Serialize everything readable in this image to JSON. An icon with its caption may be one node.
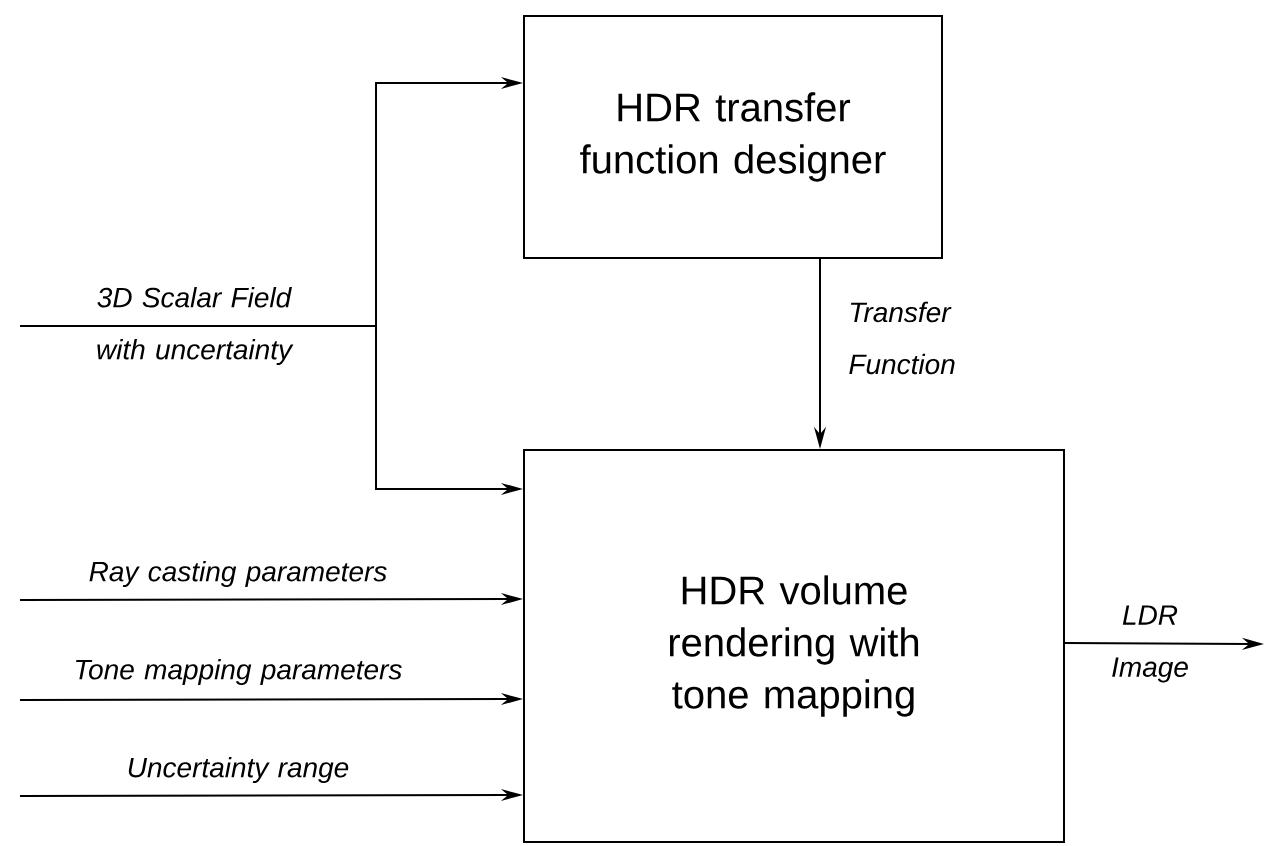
{
  "diagram": {
    "nodes": [
      {
        "text": [
          "HDR transfer function designer"
        ]
      },
      {
        "text": [
          "HDR volume rendering with tone mapping"
        ]
      }
    ],
    "edges": [
      {
        "from": null,
        "to": 0,
        "arrow": "to",
        "label": "3D Scalar Field with uncertainty"
      },
      {
        "from": null,
        "to": 1,
        "arrow": "to"
      },
      {
        "from": 0,
        "to": 1,
        "arrow": "to",
        "label": "Transfer Function"
      },
      {
        "from": null,
        "to": 1,
        "arrow": "to",
        "label": "Ray casting parameters"
      },
      {
        "from": null,
        "to": 1,
        "arrow": "to",
        "label": "Tone mapping parameters"
      },
      {
        "from": null,
        "to": 1,
        "arrow": "to",
        "label": "Uncertainty range"
      },
      {
        "from": 1,
        "to": null,
        "arrow": "to",
        "label": "LDR Image"
      }
    ]
  }
}
